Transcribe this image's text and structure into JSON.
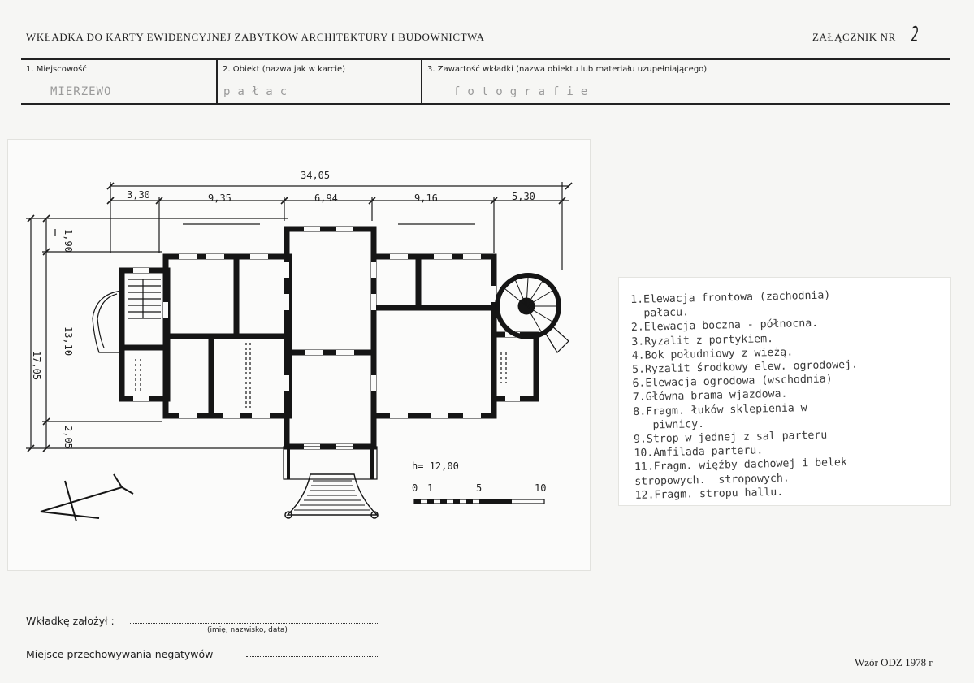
{
  "header": {
    "title": "WKŁADKA DO KARTY EWIDENCYJNEJ ZABYTKÓW ARCHITEKTURY I BUDOWNICTWA",
    "attachment_label": "ZAŁĄCZNIK NR",
    "attachment_number": "2"
  },
  "fields": {
    "locality_label": "1. Miejscowość",
    "locality_value": "MIERZEWO",
    "object_label": "2. Obiekt (nazwa jak w karcie)",
    "object_value": "pałac",
    "content_label": "3. Zawartość wkładki (nazwa obiektu lub materiału uzupełniającego)",
    "content_value": "fotografie"
  },
  "plan": {
    "total_width": "34,05",
    "segments": [
      "3,30",
      "9,35",
      "6,94",
      "9,16",
      "5,30"
    ],
    "total_depth": "17,05",
    "depth_segments": [
      "1,90",
      "13,10",
      "2,05"
    ],
    "height_note": "h= 12,00",
    "scale_labels": [
      "0",
      "1",
      "5",
      "10"
    ]
  },
  "legend": [
    "1.Elewacja frontowa (zachodnia)",
    "  pałacu.",
    "2.Elewacja boczna - północna.",
    "3.Ryzalit z portykiem.",
    "4.Bok południowy z wieżą.",
    "5.Ryzalit środkowy elew. ogrodowej.",
    "6.Elewacja ogrodowa (wschodnia)",
    "7.Główna brama wjazdowa.",
    "8.Fragm. łuków sklepienia w",
    "   piwnicy.",
    "9.Strop w jednej z sal parteru",
    "10.Amfilada parteru.",
    "11.Fragm. więźby dachowej i belek",
    "stropowych.  stropowych.",
    "12.Fragm. stropu hallu."
  ],
  "footer": {
    "created_label": "Wkładkę założył :",
    "created_hint": "(imię, nazwisko, data)",
    "storage_label": "Miejsce przechowywania negatywów",
    "pattern": "Wzór ODZ 1978 r"
  }
}
